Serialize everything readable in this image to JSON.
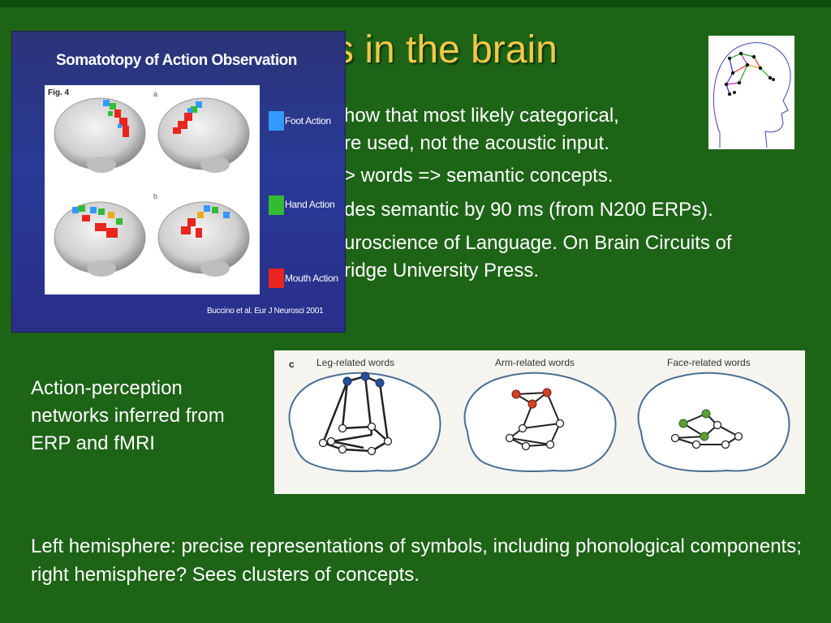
{
  "slide": {
    "title": "s in the brain",
    "bullets": [
      "how that most likely categorical,",
      "re used, not the acoustic input.",
      "> words => semantic concepts.",
      "des semantic by 90 ms (from N200 ERPs).",
      "uroscience of Language. On Brain Circuits of",
      "ridge University Press."
    ],
    "side_caption": "Action-perception networks inferred from ERP and fMRI",
    "footer": "Left hemisphere: precise representations of symbols, including phonological components; right hemisphere? Sees clusters of concepts."
  },
  "somatotopy_figure": {
    "title": "Somatotopy of Action Observation",
    "fig_label": "Fig. 4",
    "panel_labels": [
      "a",
      "b"
    ],
    "legend": [
      {
        "label": "Foot Action",
        "color": "#3399ff"
      },
      {
        "label": "Hand Action",
        "color": "#33bb33"
      },
      {
        "label": "Mouth Action",
        "color": "#e8251e"
      }
    ],
    "citation": "Buccino et al. Eur J Neurosci 2001"
  },
  "network_figure": {
    "panel_letter": "c",
    "labels": [
      "Leg-related words",
      "Arm-related words",
      "Face-related words"
    ],
    "colors": {
      "leg": "#2a4e9c",
      "arm": "#d04224",
      "face": "#5aa03a"
    }
  },
  "colors": {
    "background": "#1e6417",
    "title": "#f2c84b",
    "figure_bg": "#283a96"
  }
}
